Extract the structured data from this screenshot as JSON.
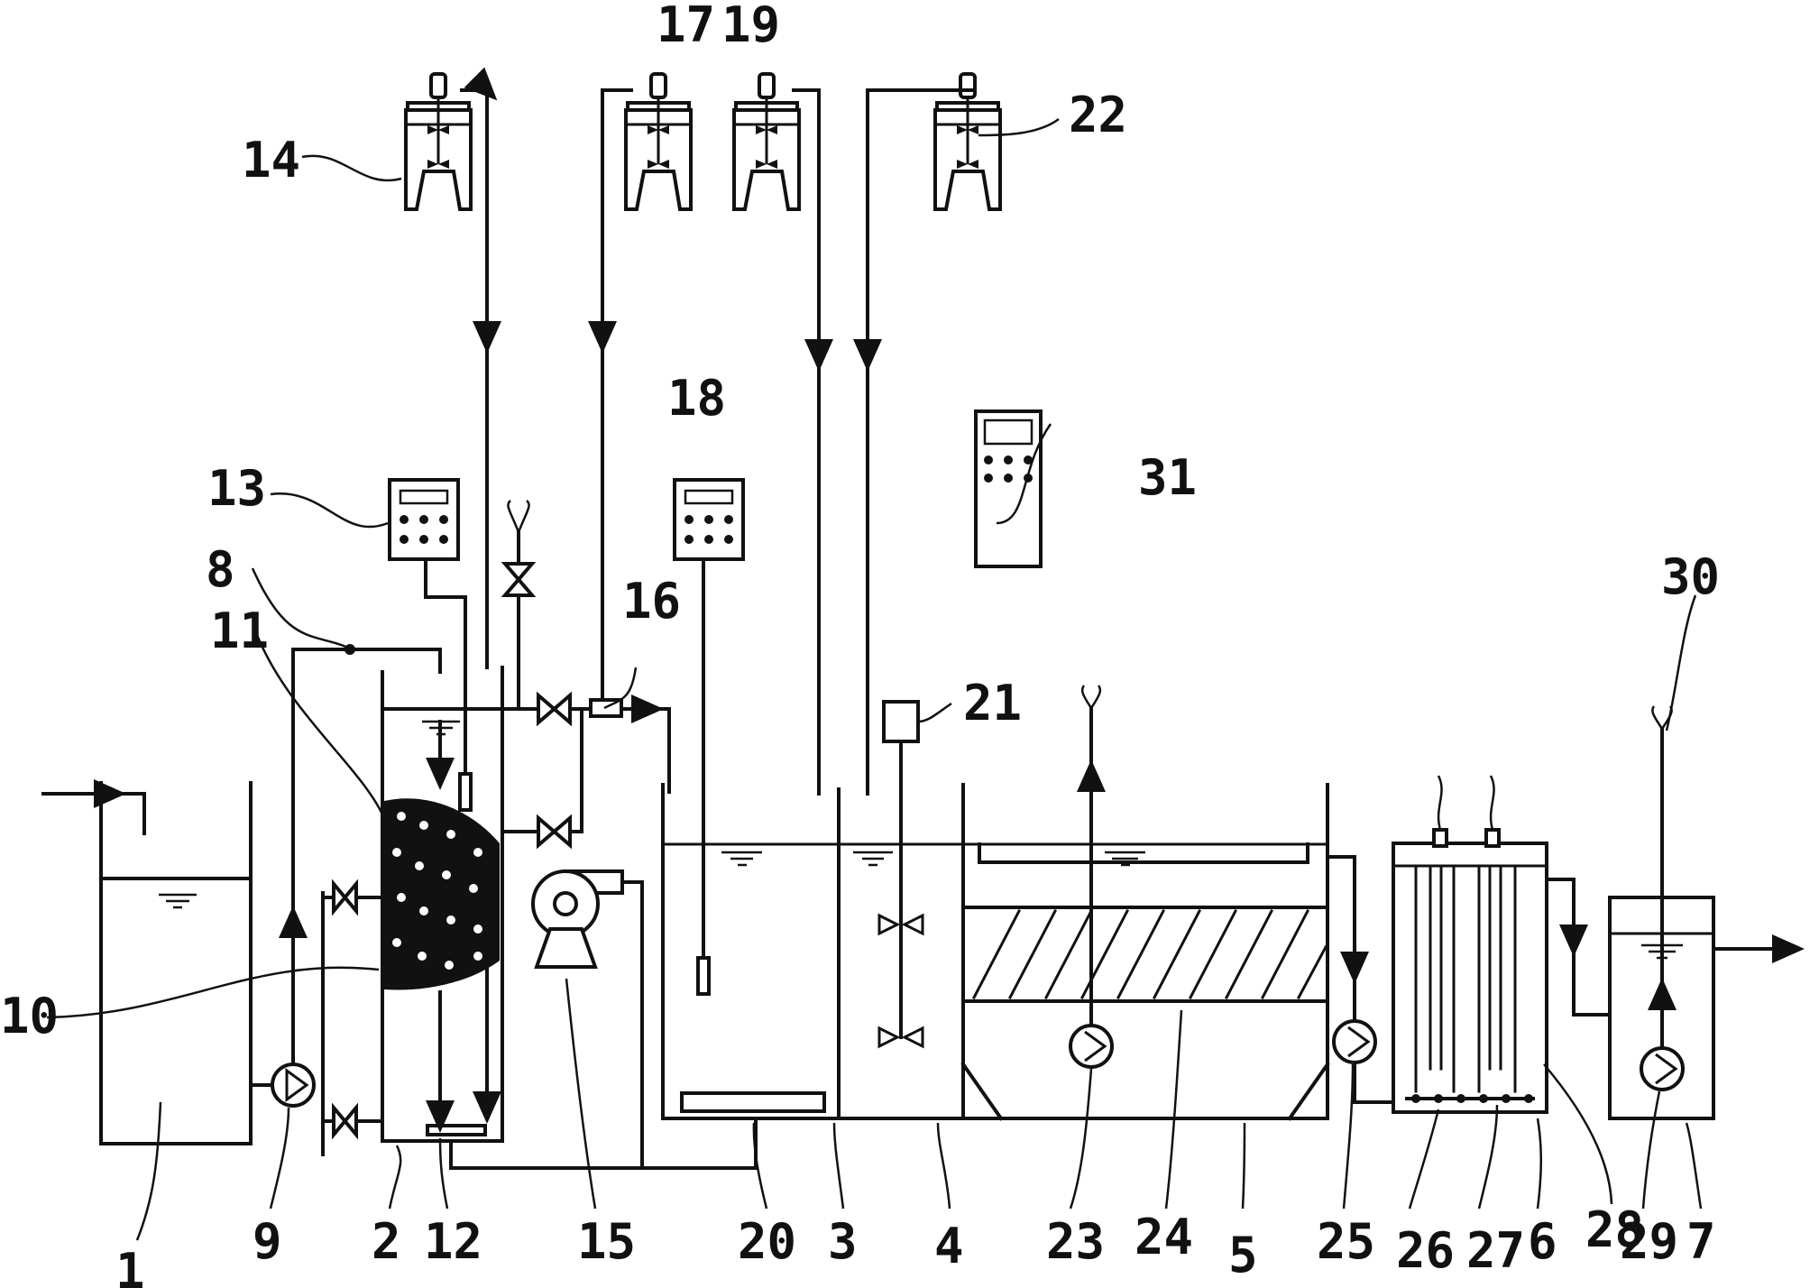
{
  "labels": {
    "n1": "1",
    "n2": "2",
    "n3": "3",
    "n4": "4",
    "n5": "5",
    "n6": "6",
    "n7": "7",
    "n8": "8",
    "n9": "9",
    "n10": "10",
    "n11": "11",
    "n12": "12",
    "n13": "13",
    "n14": "14",
    "n15": "15",
    "n16": "16",
    "n17": "17",
    "n18": "18",
    "n19": "19",
    "n20": "20",
    "n21": "21",
    "n22": "22",
    "n23": "23",
    "n24": "24",
    "n25": "25",
    "n26": "26",
    "n27": "27",
    "n28": "28",
    "n29": "29",
    "n30": "30",
    "n31": "31"
  }
}
